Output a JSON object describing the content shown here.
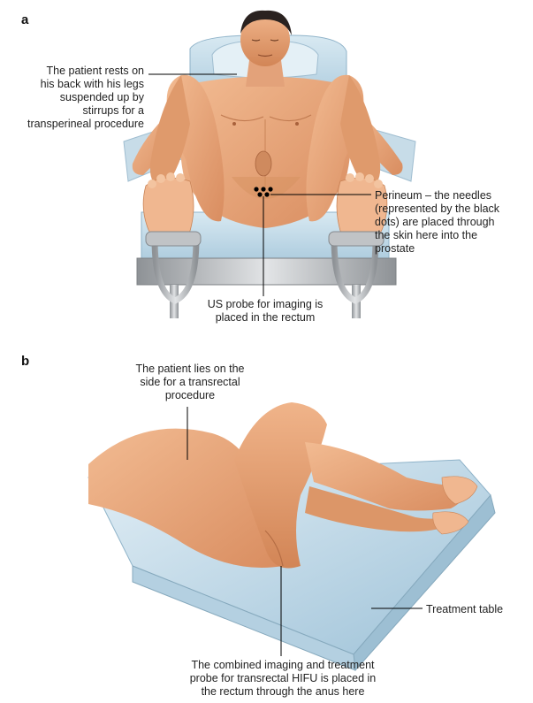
{
  "panels": {
    "a": {
      "letter": "a",
      "labels": {
        "patient_position": "The patient rests on\nhis back with his legs\nsuspended up by\nstirrups for a\ntransperineal procedure",
        "perineum": "Perineum – the needles\n(represented by the black\ndots) are placed through\nthe skin here into the\nprostate",
        "us_probe": "US probe for imaging is\nplaced in the rectum"
      }
    },
    "b": {
      "letter": "b",
      "labels": {
        "patient_side": "The patient lies on the\nside for a transrectal\nprocedure",
        "treatment_table": "Treatment table",
        "hifu_probe": "The combined imaging and treatment\nprobe for transrectal HIFU is placed in\nthe rectum through the anus here"
      }
    }
  },
  "colors": {
    "skin": "#e9a77a",
    "skin_shadow": "#c97f55",
    "table": "#bcd6e6",
    "pad": "#cfe3ee",
    "metal": "#b9bcc0",
    "hair": "#2a2220",
    "needle_dot": "#000000",
    "line": "#000000"
  }
}
